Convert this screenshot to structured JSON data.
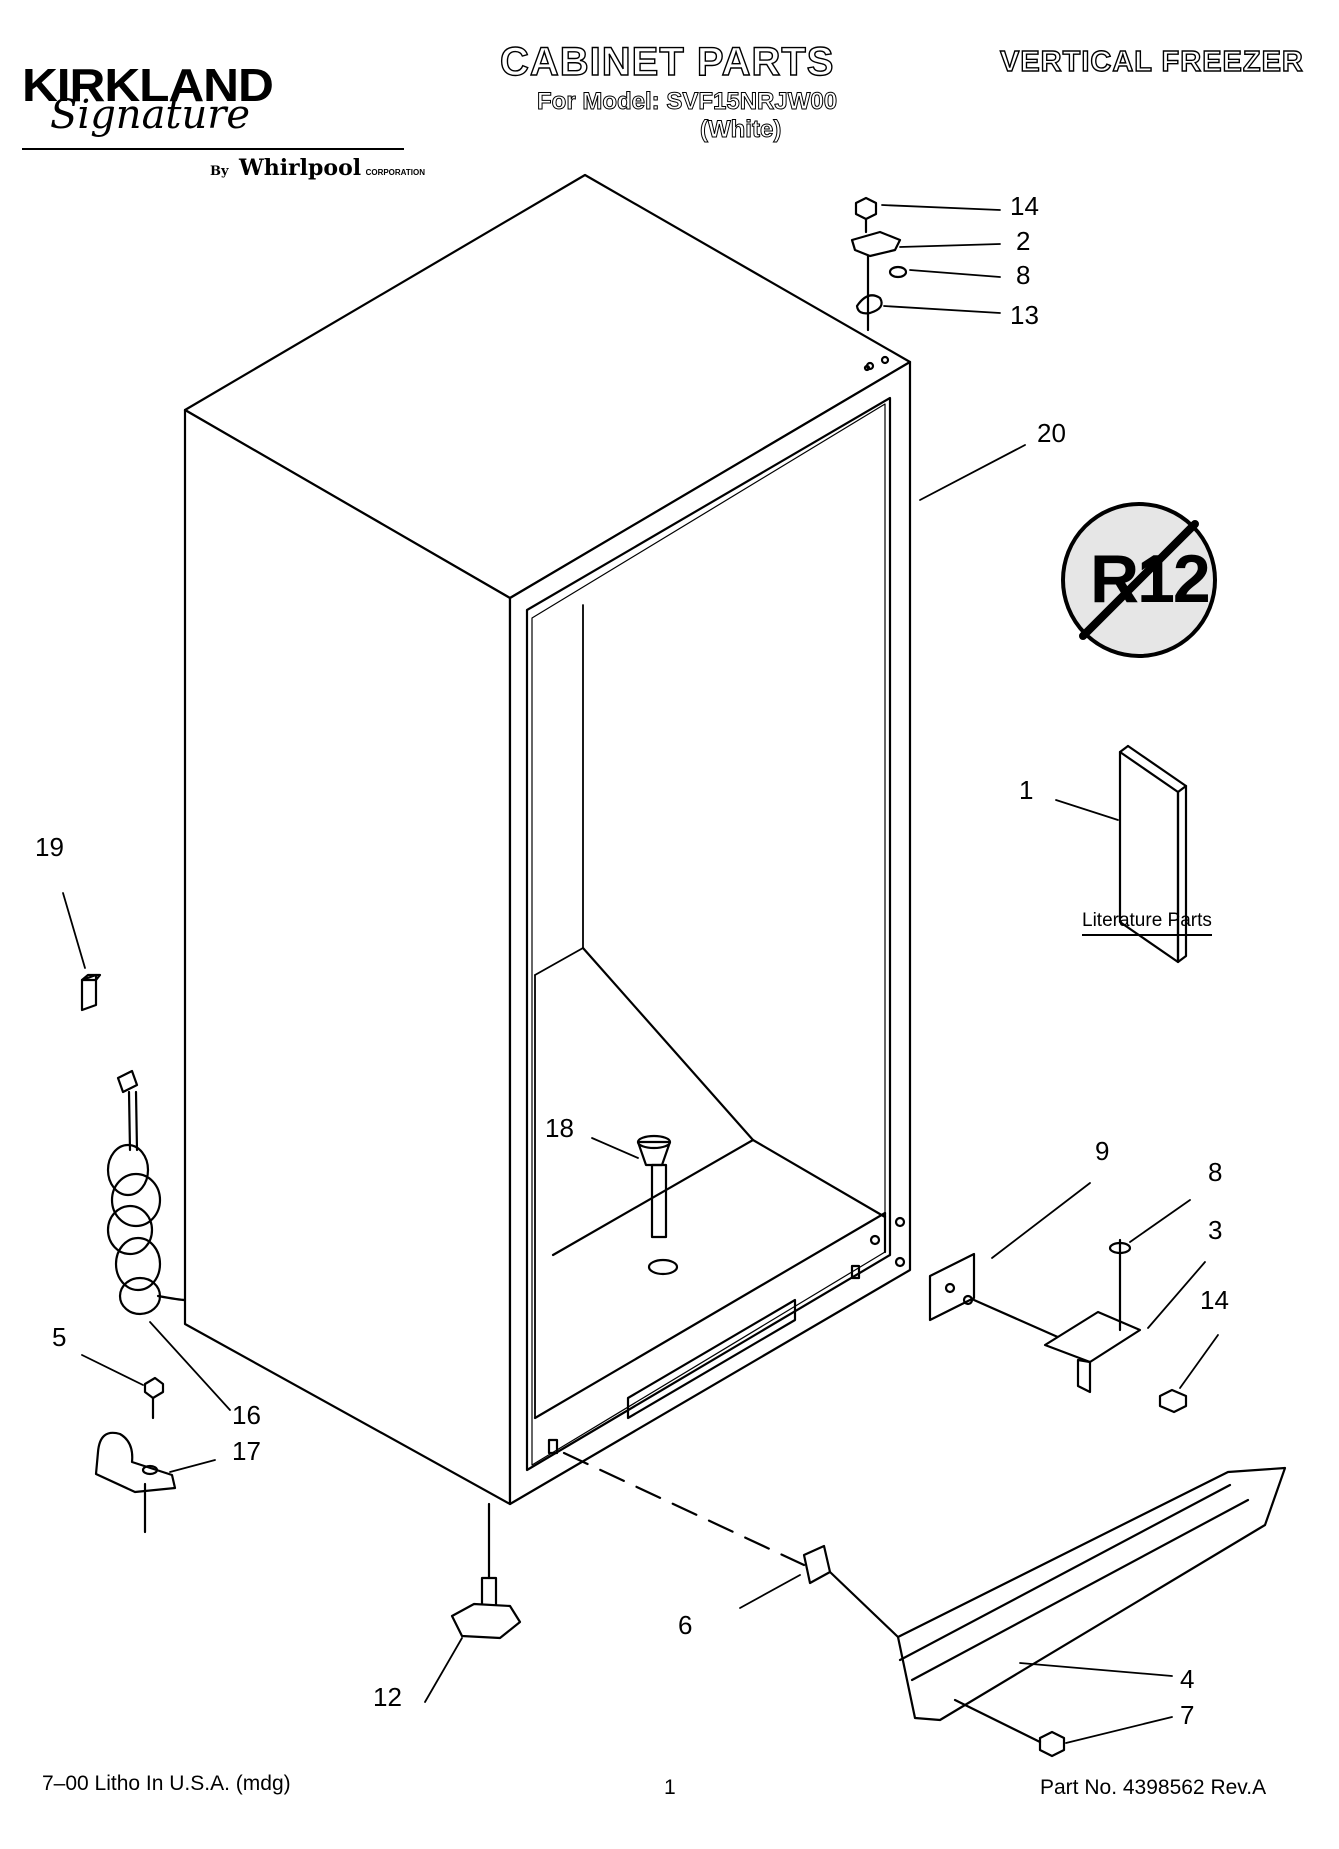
{
  "header": {
    "brand": "KIRKLAND",
    "signature": "Signature",
    "by": "By",
    "maker": "Whirlpool",
    "maker_suffix": "CORPORATION",
    "title": "CABINET PARTS",
    "model_line": "For Model: SVF15NRJW00",
    "color_line": "(White)",
    "category": "VERTICAL FREEZER"
  },
  "badge": {
    "text": "R12"
  },
  "literature": {
    "label": "Literature Parts"
  },
  "callouts": [
    "14",
    "2",
    "8",
    "13",
    "20",
    "1",
    "19",
    "18",
    "9",
    "8",
    "3",
    "14",
    "5",
    "16",
    "17",
    "6",
    "4",
    "7",
    "12"
  ],
  "footer": {
    "left": "7–00 Litho In U.S.A. (mdg)",
    "page": "1",
    "part_no": "Part No. 4398562 Rev.A"
  }
}
